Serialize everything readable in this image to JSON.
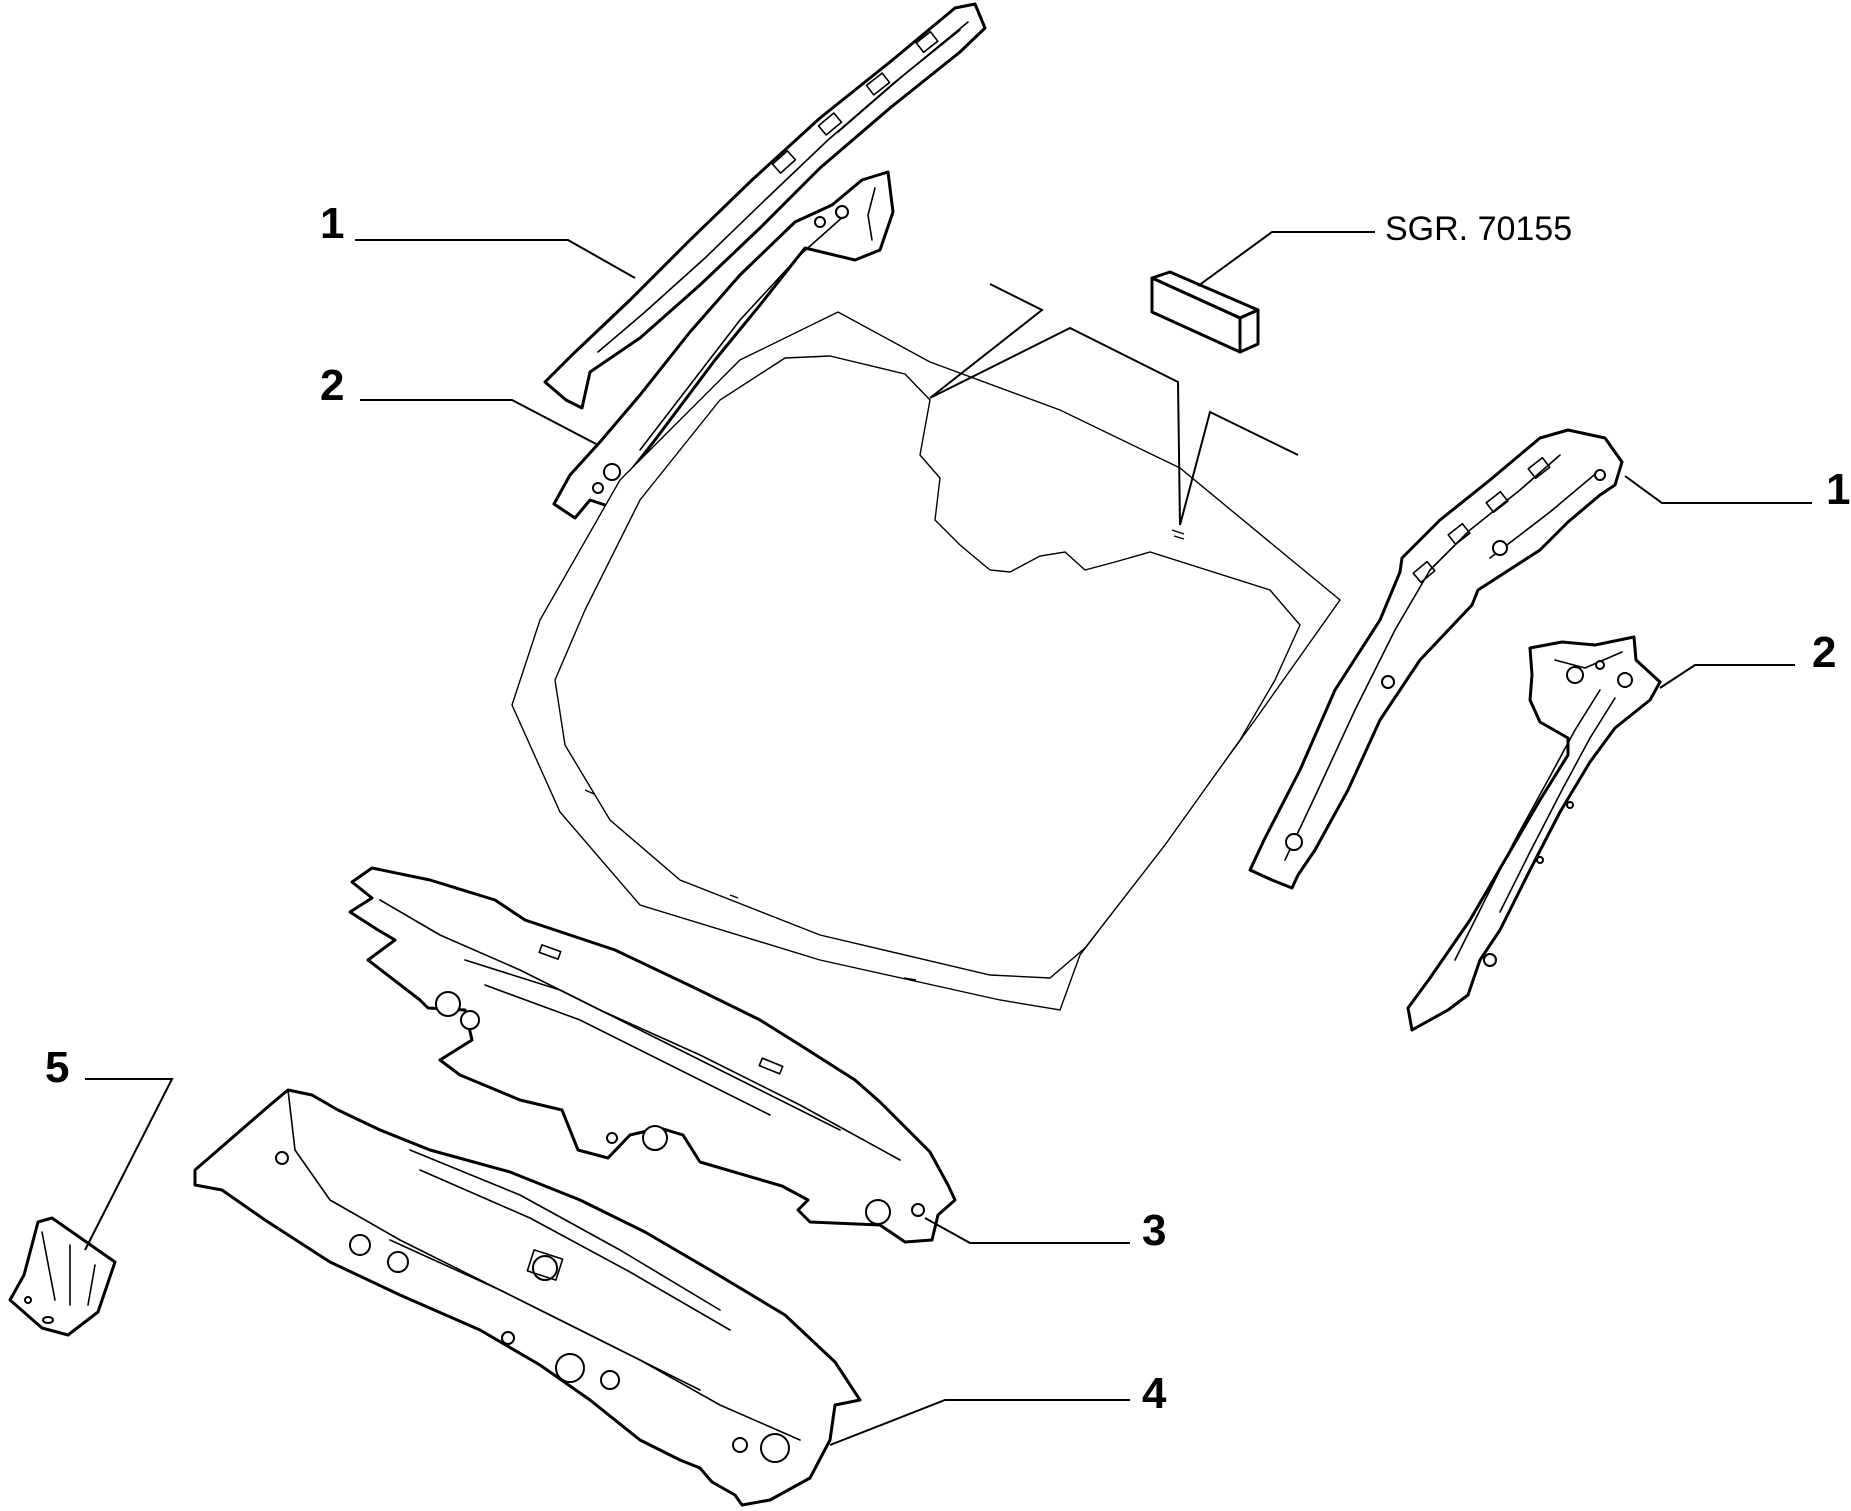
{
  "diagram": {
    "reference_code": "SGR. 70155",
    "callouts": [
      {
        "id": "callout-1-left",
        "number": "1"
      },
      {
        "id": "callout-2-left",
        "number": "2"
      },
      {
        "id": "callout-1-right",
        "number": "1"
      },
      {
        "id": "callout-2-right",
        "number": "2"
      },
      {
        "id": "callout-3",
        "number": "3"
      },
      {
        "id": "callout-4",
        "number": "4"
      },
      {
        "id": "callout-5",
        "number": "5"
      }
    ]
  }
}
